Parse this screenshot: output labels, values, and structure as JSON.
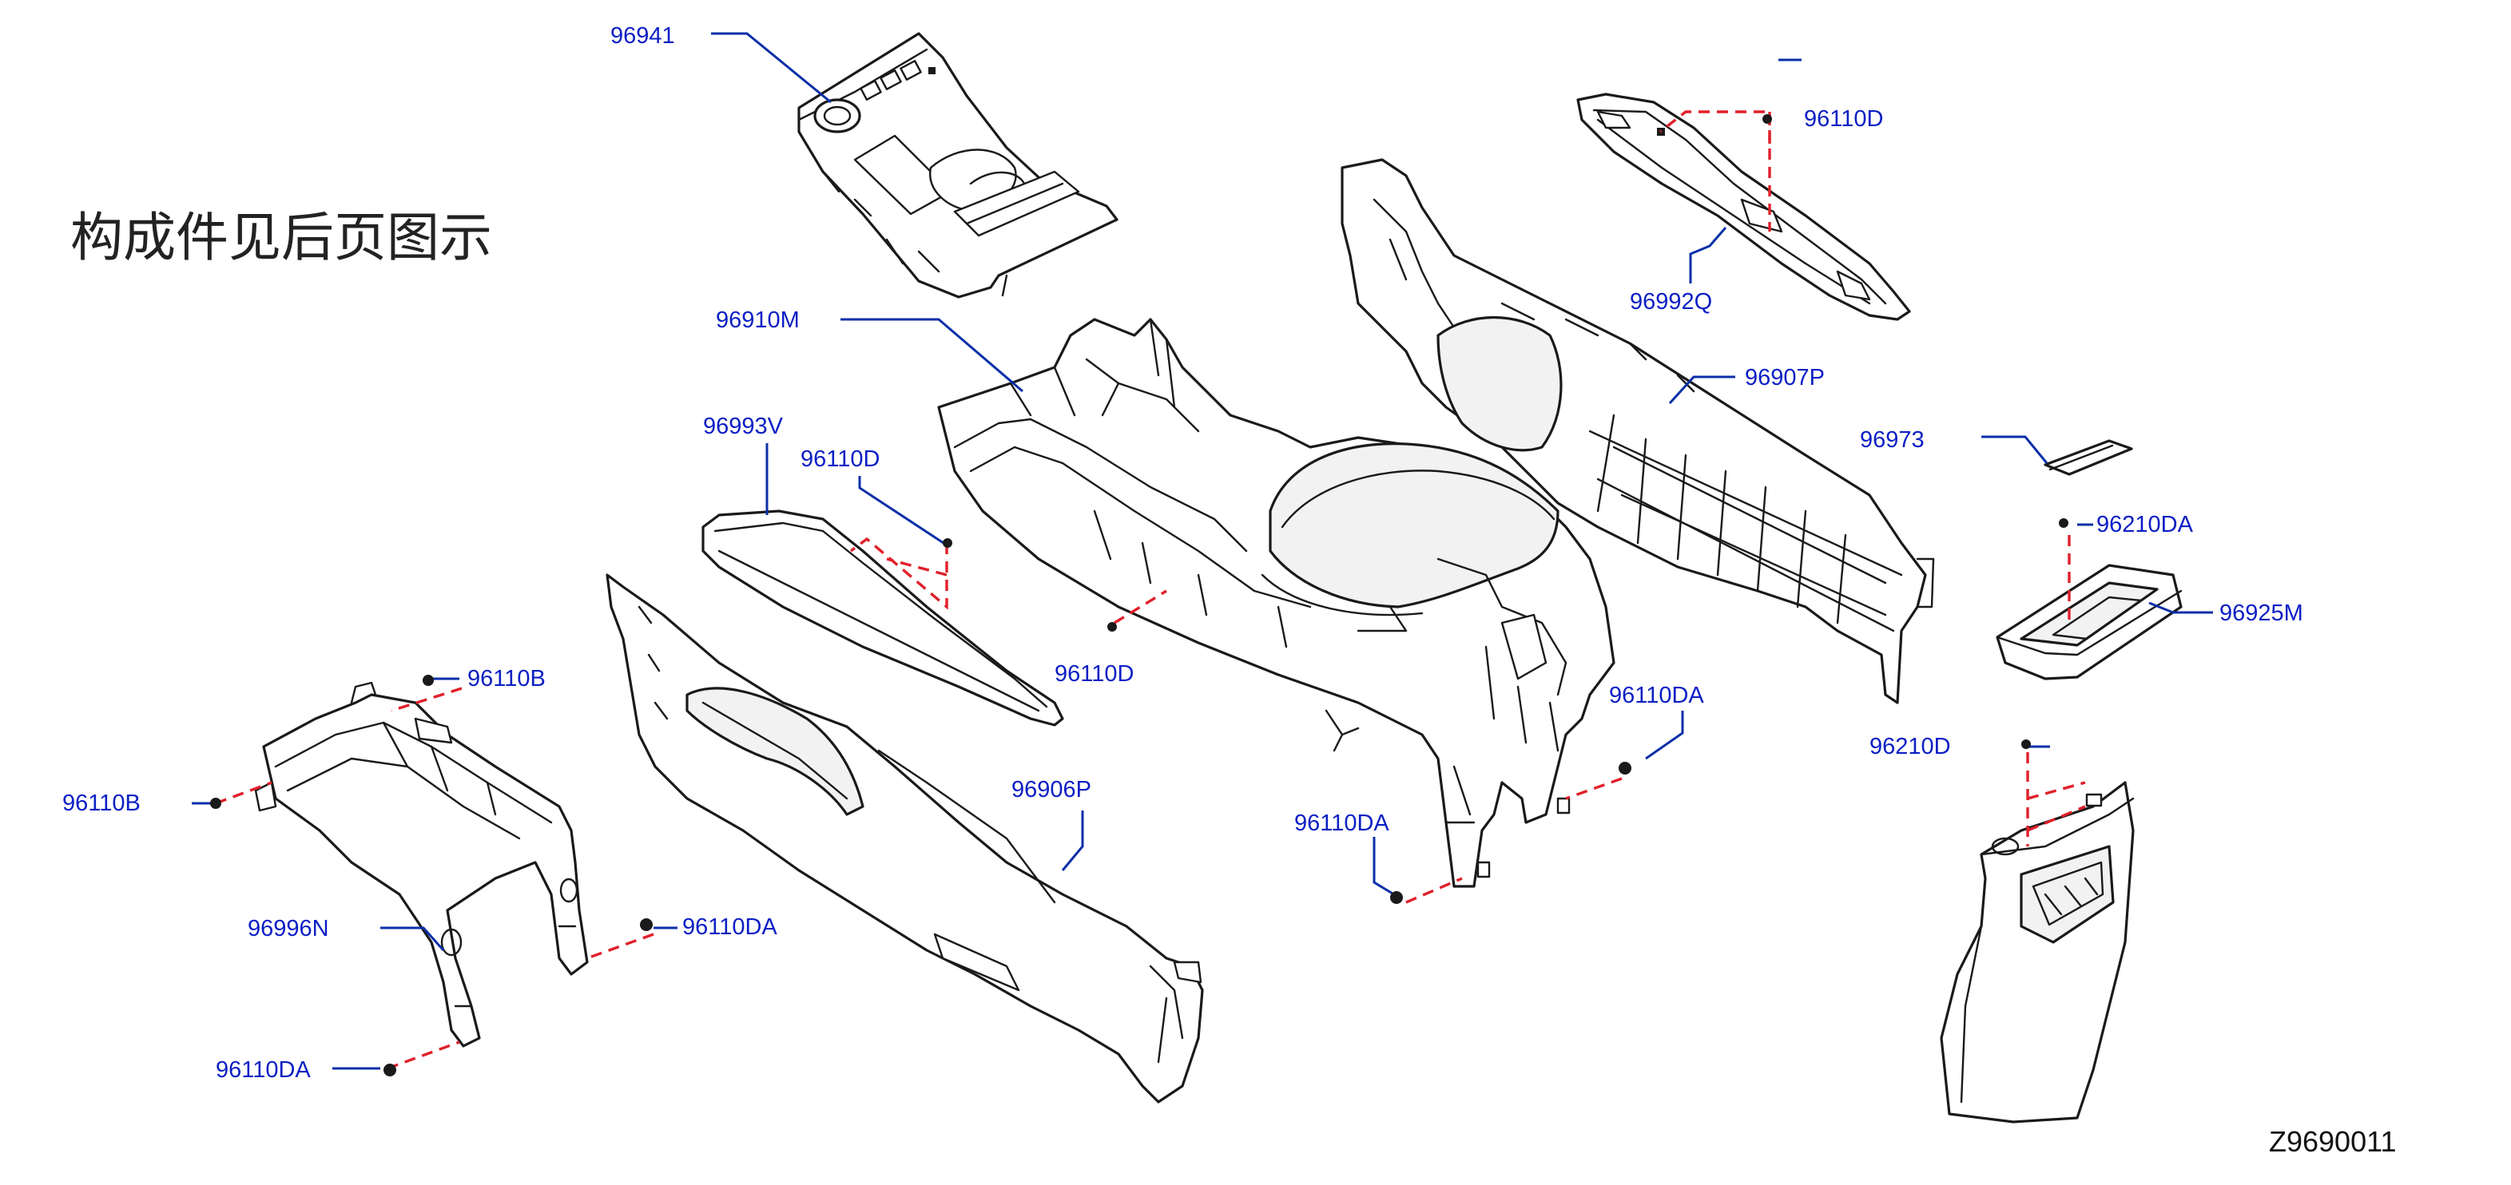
{
  "note": "构成件见后页图示",
  "drawing_code": "Z9690011",
  "colors": {
    "label": "#0b1fc4",
    "leader": "#0b2fa8",
    "dashed": "#e0202a",
    "line": "#1a1a1a"
  },
  "labels": {
    "p96941": "96941",
    "p96910M": "96910M",
    "p96993V": "96993V",
    "p96110D_a": "96110D",
    "p96110D_b": "96110D",
    "p96110D_c": "96110D",
    "p96110B_a": "96110B",
    "p96110B_b": "96110B",
    "p96996N": "96996N",
    "p96110DA_a": "96110DA",
    "p96110DA_b": "96110DA",
    "p96110DA_c": "96110DA",
    "p96110DA_d": "96110DA",
    "p96906P": "96906P",
    "p96907P": "96907P",
    "p96992Q": "96992Q",
    "p96973": "96973",
    "p96210DA": "96210DA",
    "p96925M": "96925M",
    "p96210D": "96210D"
  }
}
